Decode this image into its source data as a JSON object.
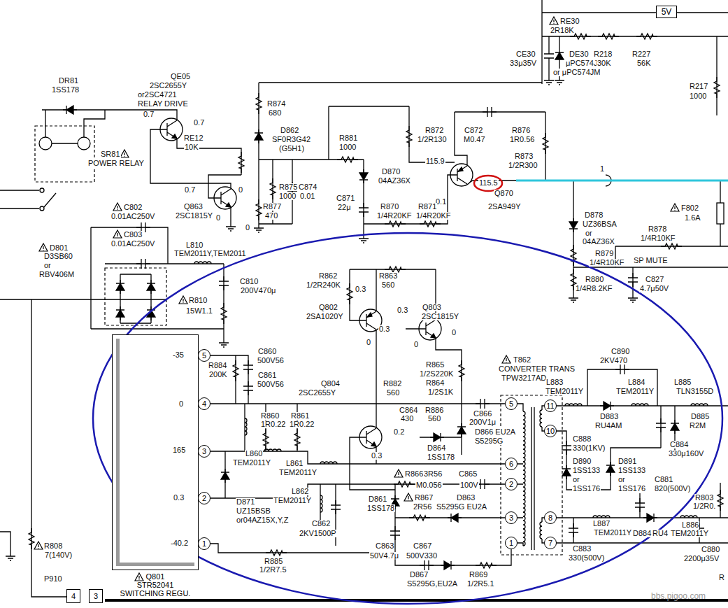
{
  "diagram": {
    "nodes": [
      {
        "text": [
          "5V"
        ]
      },
      {
        "text": [
          "Q801",
          "STR52041",
          "SWITCHING REGU."
        ]
      },
      {
        "text": [
          "5"
        ]
      },
      {
        "text": [
          "4"
        ]
      },
      {
        "text": [
          "3"
        ]
      },
      {
        "text": [
          "2"
        ]
      },
      {
        "text": [
          "1"
        ]
      },
      {
        "text": [
          "5"
        ]
      },
      {
        "text": [
          "6"
        ]
      },
      {
        "text": [
          "2"
        ]
      },
      {
        "text": [
          "3"
        ]
      },
      {
        "text": [
          "1"
        ]
      },
      {
        "text": [
          "11"
        ]
      },
      {
        "text": [
          "10"
        ]
      },
      {
        "text": [
          "8"
        ]
      },
      {
        "text": [
          "7"
        ]
      },
      {
        "text": [
          "4"
        ]
      },
      {
        "text": [
          "3"
        ]
      }
    ],
    "labels": [
      "RE30",
      "2R18K",
      "CE30",
      "33μ35V",
      "DE30",
      "μPC574JL",
      "or μPC574JM",
      "R218",
      "30K",
      "R227",
      "56K",
      "R217",
      "1000",
      "QE05",
      "2SC2655Y",
      "or2SC4721",
      "RELAY DRIVE",
      "0.7",
      "0.7",
      "DR81",
      "1SS178",
      "SR81",
      "POWER RELAY",
      "R874",
      "680",
      "RE12",
      "10K",
      "D862",
      "SF0R3G42",
      "(G5H1)",
      "R881",
      "1000",
      "R872",
      "1/2R130",
      "C872",
      "M0.47",
      "R876",
      "1R0.56",
      "R873",
      "1/2R300",
      "115.9",
      "115.5",
      "0.1",
      "Q870",
      "2SA949Y",
      "D870",
      "04AZ36X",
      "0.7",
      "0",
      "Q863",
      "2SC1815Y",
      "R875",
      "1000",
      "C874",
      "0.01",
      "R877",
      "470",
      "0",
      "0",
      "C871",
      "22μ",
      "R870",
      "1/4R20KF",
      "R871",
      "1/4R20KF",
      "D878",
      "UZ36BSA",
      "or",
      "04AZ36X",
      "F802",
      "1.6A",
      "R878",
      "1/4R10KF",
      "R879",
      "1/4R10KF",
      "SP MUTE",
      "R880",
      "1/4R8.2KF",
      "C827",
      "4.7μ50V",
      "1",
      "C802",
      "0.01AC250V",
      "C803",
      "0.01AC250V",
      "L810",
      "TEM2011Y,TEM2011",
      "D801",
      "D3SB60",
      "or",
      "RBV406M",
      "C810",
      "200V470μ",
      "R810",
      "15W1.1",
      "R862",
      "1/2R240K",
      "0.3",
      "R863",
      "560",
      "Q802",
      "2SA1020Y",
      "0.3",
      "Q803",
      "2SC1815Y",
      "0.3",
      "0",
      "0",
      "0",
      "-35",
      "C860",
      "500V56",
      "R884",
      "200K",
      "C861",
      "500V56",
      "R865",
      "1/2S220K",
      "R864",
      "1/2S1K",
      "Q804",
      "2SC2655Y",
      "R882",
      "560",
      "C864",
      "430",
      "R886",
      "560",
      "C866",
      "200V1μ",
      "T862",
      "CONVERTER TRANS",
      "TPW3217AD",
      "C890",
      "2KV470",
      "L883",
      "TEM2011Y",
      "L884",
      "TEM2011Y",
      "L885",
      "TLN3155D",
      "0",
      "R860",
      "1R0.22",
      "R861",
      "1R0.22",
      "0.2",
      "0.3",
      "D866 EU2A",
      "S5295G",
      "D883",
      "RU4AM",
      "D885",
      "R2M",
      "C888",
      "330(1KV)",
      "D864",
      "1SS178",
      "C884",
      "330μ160V",
      "165",
      "L860",
      "TEM2011Y",
      "L861",
      "TEM2011Y",
      "L862",
      "TEM2011Y",
      "D890",
      "1SS133",
      "or",
      "1SS176",
      "D891",
      "1SS133",
      "or",
      "1SS176",
      "R866",
      "3R56",
      "C865",
      "M0.056",
      "100V",
      "C881",
      "820(500V)",
      "R803",
      "1/2R0.",
      "0.3",
      "D861",
      "1SS178",
      "R867",
      "D863",
      "2R56",
      "S5295G EU2A",
      "D871",
      "UZ15BSB",
      "or04AZ15X,Y,Z",
      "C862",
      "2KV1500P",
      "C863",
      "50V4.7μ",
      "C867",
      "500V330",
      "L887",
      "TEM2011Y",
      "D884",
      "RU4",
      "L886",
      "TEM2011Y",
      "C883",
      "330(500V)",
      "C880",
      "2200μ35V",
      "-40.2",
      "R885",
      "1/2R7.5",
      "D867",
      "S5295G,EU2A",
      "R869",
      "1/2R5.1",
      "R808",
      "7(140V)",
      "P910",
      "R",
      "bbs.pigoo.com"
    ]
  }
}
